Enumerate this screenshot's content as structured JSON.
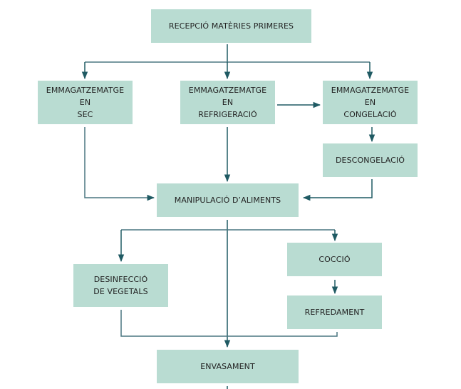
{
  "diagram": {
    "colors": {
      "node_fill": "#b9dcd2",
      "edge": "#1f5a63",
      "edge_secondary": "#4a7780",
      "text": "#222222"
    },
    "nodes": {
      "recepcio": "RECEPCIÓ MATÈRIES PRIMERES",
      "sec_l1": "EMMAGATZEMATGE EN",
      "sec_l2": "SEC",
      "refrig_l1": "EMMAGATZEMATGE EN",
      "refrig_l2": "REFRIGERACIÓ",
      "congel_l1": "EMMAGATZEMATGE EN",
      "congel_l2": "CONGELACIÓ",
      "descongelacio": "DESCONGELACIÓ",
      "manipulacio": "MANIPULACIÓ D’ALIMENTS",
      "desinf_l1": "DESINFECCIÓ",
      "desinf_l2": "DE VEGETALS",
      "coccio": "COCCIÓ",
      "refredament": "REFREDAMENT",
      "envasament": "ENVASAMENT"
    },
    "edges": [
      {
        "from": "recepcio",
        "to": "sec"
      },
      {
        "from": "recepcio",
        "to": "refrig"
      },
      {
        "from": "recepcio",
        "to": "congel"
      },
      {
        "from": "refrig",
        "to": "congel"
      },
      {
        "from": "congel",
        "to": "descongelacio"
      },
      {
        "from": "sec",
        "to": "manipulacio"
      },
      {
        "from": "refrig",
        "to": "manipulacio"
      },
      {
        "from": "descongelacio",
        "to": "manipulacio"
      },
      {
        "from": "manipulacio",
        "to": "desinfeccio"
      },
      {
        "from": "manipulacio",
        "to": "coccio"
      },
      {
        "from": "manipulacio",
        "to": "envasament"
      },
      {
        "from": "coccio",
        "to": "refredament"
      },
      {
        "from": "desinfeccio",
        "to": "envasament"
      },
      {
        "from": "refredament",
        "to": "envasament"
      }
    ]
  }
}
